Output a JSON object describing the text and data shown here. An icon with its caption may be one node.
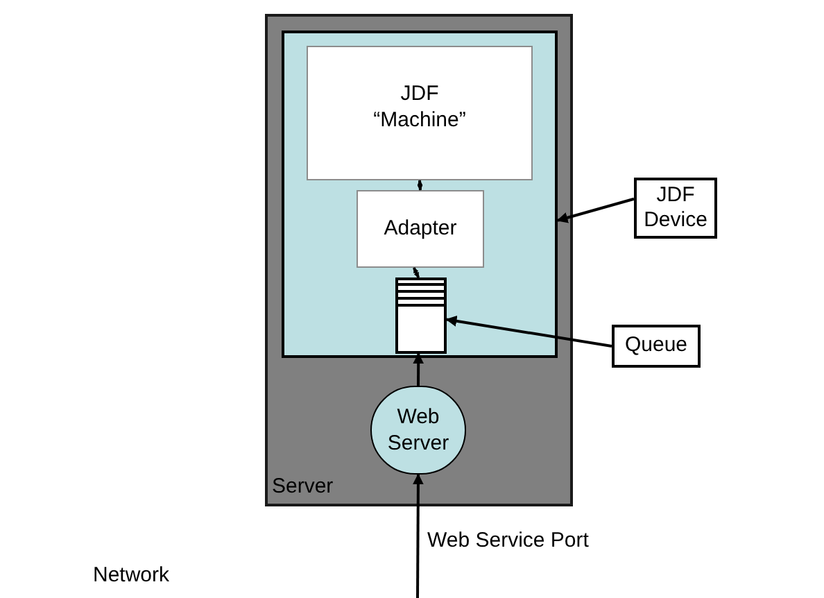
{
  "diagram": {
    "nodes": [
      {
        "text": [
          "Server"
        ]
      },
      {
        "text": [],
        "shape": "box",
        "in": 0
      },
      {
        "text": [
          "JDF “Machine”"
        ],
        "in": 1
      },
      {
        "text": [
          "Adapter"
        ],
        "in": 1
      },
      {
        "text": [],
        "shape": "box",
        "in": 1
      },
      {
        "text": [
          "Web Server"
        ],
        "in": 0
      },
      {
        "text": [
          "JDF Device"
        ]
      },
      {
        "text": [
          "Queue"
        ]
      }
    ],
    "edges": [
      {
        "from": 2,
        "to": 3,
        "arrow": "both"
      },
      {
        "from": 4,
        "to": 3,
        "arrow": "both"
      },
      {
        "from": 5,
        "to": 4,
        "arrow": "to"
      },
      {
        "from": null,
        "to": 5,
        "arrow": "to",
        "label": "Web Service Port"
      },
      {
        "from": 6,
        "to": 1,
        "arrow": "to"
      },
      {
        "from": 7,
        "to": 4,
        "arrow": "to"
      }
    ],
    "labels": [
      "Network"
    ]
  }
}
